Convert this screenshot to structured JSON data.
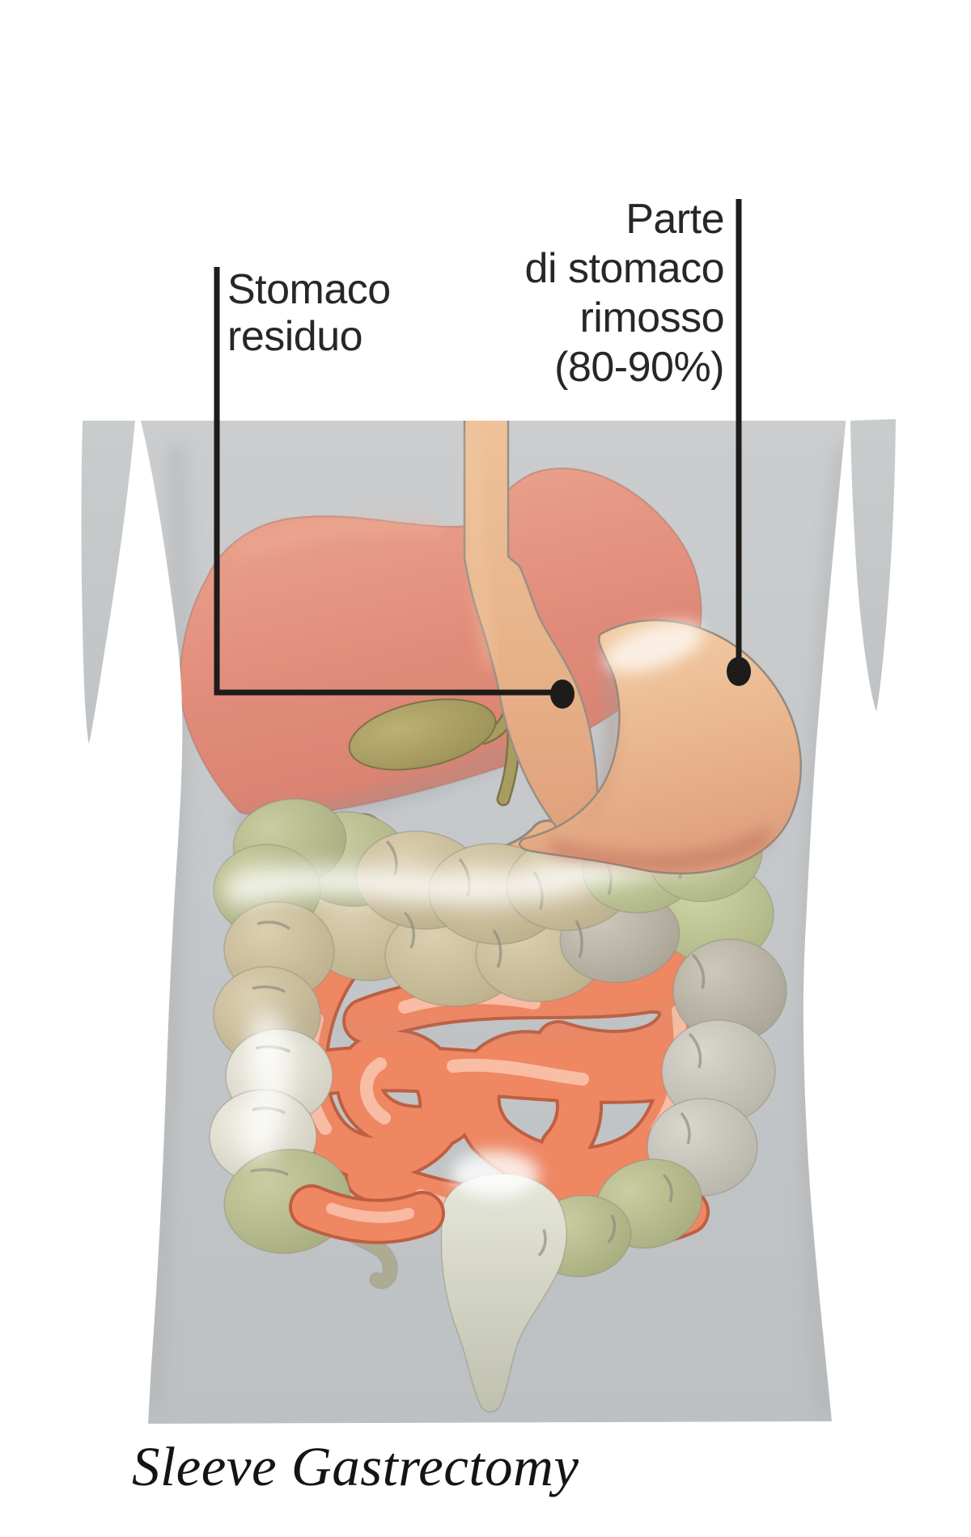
{
  "illustration": {
    "label_residual": {
      "lines": [
        "Stomaco",
        "residuo"
      ]
    },
    "label_removed": {
      "lines": [
        "Parte",
        "di stomaco",
        "rimosso",
        "(80-90%)"
      ]
    },
    "caption": "Sleeve Gastrectomy",
    "colors": {
      "background": "#ffffff",
      "body_gray": "#c6c9cb",
      "liver_salmon": "#e2917e",
      "stomach_tan": "#e9b68c",
      "gallbladder_olive": "#ab9f63",
      "small_intestine_coral": "#ef8763",
      "colon_olive": "#b8bd92",
      "colon_beige": "#cfc2a0",
      "leader_black": "#1d1c1a"
    }
  }
}
